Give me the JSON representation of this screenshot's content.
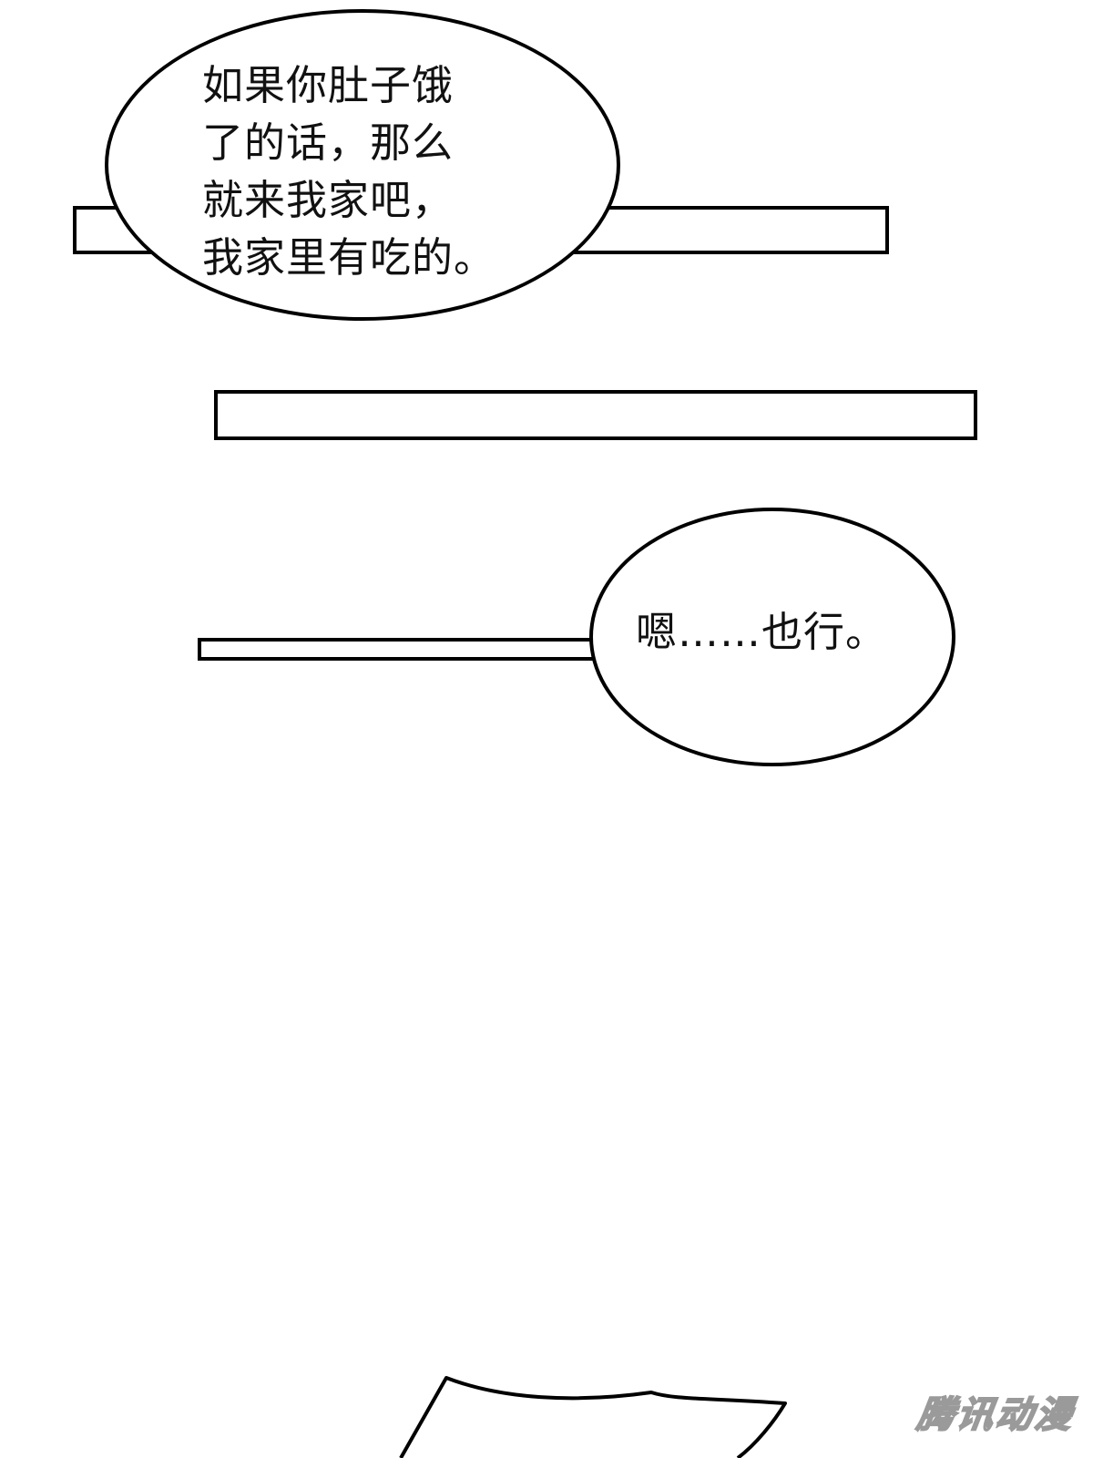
{
  "bubbles": [
    {
      "lines": [
        "如果你肚子饿",
        "了的话，那么",
        "就来我家吧，",
        "我家里有吃的。"
      ]
    },
    {
      "lines": [
        "嗯……也行。"
      ]
    }
  ],
  "watermark": {
    "text": "腾讯动漫"
  },
  "colors": {
    "background": "#ffffff",
    "ink": "#000000",
    "watermark_outline": "#9a9a9a"
  }
}
